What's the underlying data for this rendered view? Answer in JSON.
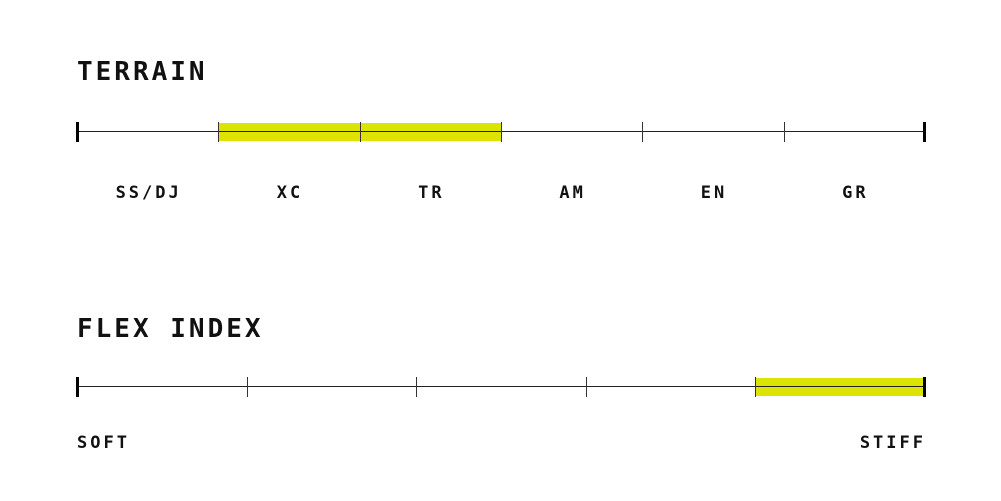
{
  "highlight_color": "#dde305",
  "terrain": {
    "title": "TERRAIN",
    "categories": [
      "SS/DJ",
      "XC",
      "TR",
      "AM",
      "EN",
      "GR"
    ],
    "highlighted": [
      1,
      2
    ]
  },
  "flex": {
    "title": "FLEX INDEX",
    "segments": 5,
    "highlighted": [
      4
    ],
    "min_label": "SOFT",
    "max_label": "STIFF"
  }
}
